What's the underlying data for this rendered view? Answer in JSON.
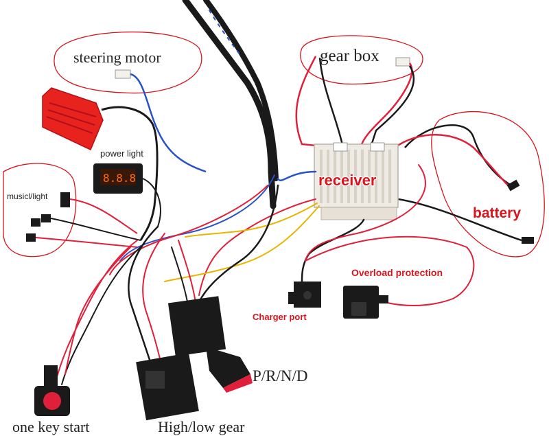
{
  "labels": {
    "steering_motor": "steering motor",
    "gear_box": "gear box",
    "power_light": "power light",
    "music_light": "musicl/light",
    "receiver": "receiver",
    "battery": "battery",
    "overload_protection": "Overload protection",
    "charger_port": "Charger port",
    "prnd": "P/R/N/D",
    "one_key_start": "one key start",
    "high_low_gear": "High/low gear"
  },
  "colors": {
    "wire_red": "#e0203a",
    "wire_black": "#1a1a1a",
    "wire_blue": "#2a52c8",
    "wire_yellow": "#e8b400",
    "wire_white": "#e8e2d8",
    "callout_red": "#d8141c",
    "pedal_red": "#e8231e",
    "receiver_box": "#eeeae4"
  },
  "icons": {
    "pedal": "red-foot-pedal",
    "receiver": "receiver-control-box",
    "voltmeter": "power-light-voltmeter",
    "charger": "charger-port-socket",
    "overload": "overload-breaker",
    "gear_switch": "forward-reverse-rocker-switch",
    "speed_switch": "high-low-rocker-switch",
    "start_button": "one-key-start-button"
  }
}
